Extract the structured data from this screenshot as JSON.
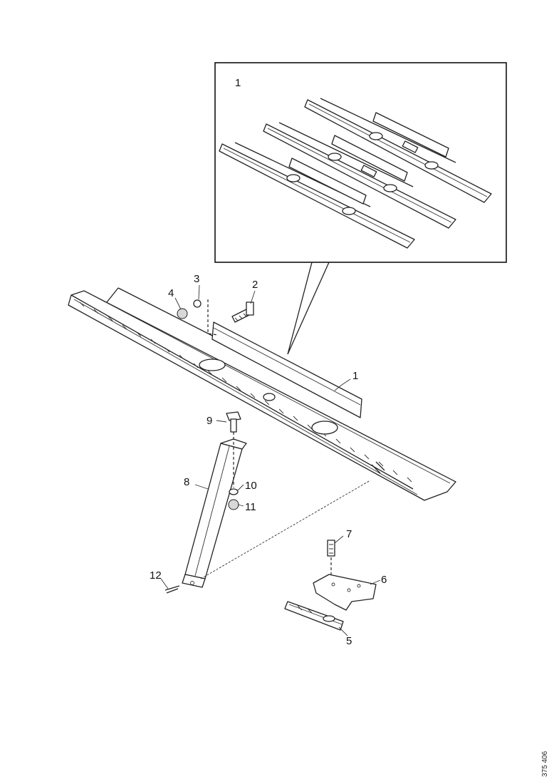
{
  "inset": {
    "label": "1"
  },
  "callouts": {
    "c1": "1",
    "c2": "2",
    "c3": "3",
    "c4": "4",
    "c5": "5",
    "c6": "6",
    "c7": "7",
    "c8": "8",
    "c9": "9",
    "c10": "10",
    "c11": "11",
    "c12": "12"
  },
  "drawing_code": "375 406"
}
